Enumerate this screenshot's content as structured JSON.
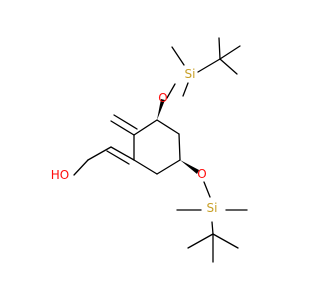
{
  "structure": {
    "atoms": {
      "si_top": "Si",
      "o_top": "O",
      "o_bottom": "O",
      "si_bottom": "Si",
      "ho": "HO"
    },
    "colors": {
      "oxygen": "#ff0d0d",
      "silicon": "#c8a028",
      "bond": "#000000",
      "background": "#ffffff"
    }
  }
}
